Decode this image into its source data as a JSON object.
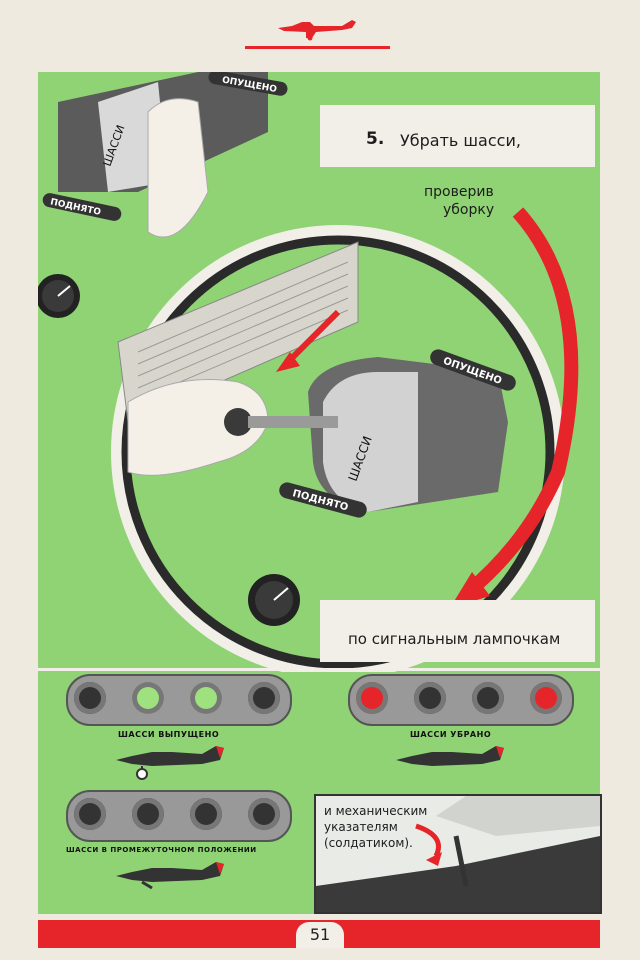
{
  "step": {
    "number": "5.",
    "title": "Убрать шасси,"
  },
  "check_label": {
    "line1": "проверив",
    "line2": "уборку"
  },
  "signal_label": "по сигнальным лампочкам",
  "lever_plates": {
    "lowered": "ОПУЩЕНО",
    "raised": "ПОДНЯТО",
    "chassis": "ШАССИ"
  },
  "indicators": {
    "extended": "ШАССИ ВЫПУЩЕНО",
    "retracted": "ШАССИ УБРАНО",
    "intermediate": "ШАССИ В ПРОМЕЖУТОЧНОМ ПОЛОЖЕНИИ"
  },
  "mechanical": {
    "line1": "и механическим",
    "line2": "указателям",
    "line3": "(солдатиком)."
  },
  "page_number": "51",
  "colors": {
    "background_green": "#8fd374",
    "accent_red": "#e5252a",
    "paper": "#efeae0",
    "lamp_green": "#9fe07f",
    "lamp_red": "#e5252a"
  }
}
